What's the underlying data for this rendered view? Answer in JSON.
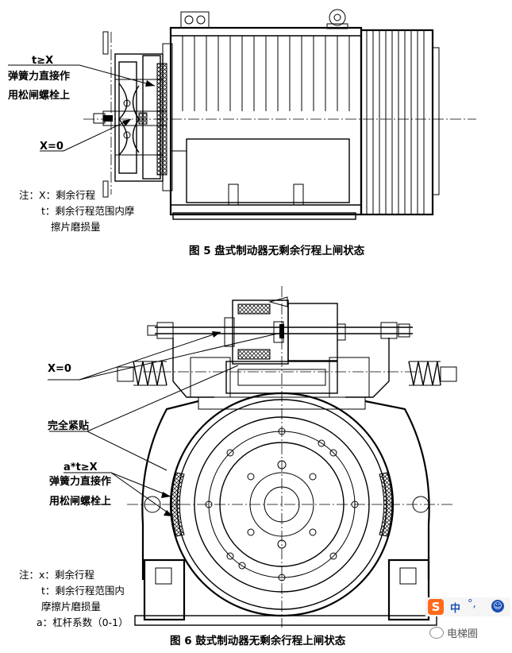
{
  "figure5": {
    "label_t": "t≥X",
    "label_spring_1": "弹簧力直接作",
    "label_spring_2": "用松闸螺栓上",
    "label_x0": "X=0",
    "note_line_1": "注：X：剩余行程",
    "note_line_2": "t：剩余行程范围内摩",
    "note_line_3": "擦片磨损量",
    "caption": "图 5 盘式制动器无剩余行程上闸状态"
  },
  "figure6": {
    "label_x0": "X=0",
    "label_tight": "完全紧贴",
    "label_at": "a*t≥X",
    "label_spring_1": "弹簧力直接作",
    "label_spring_2": "用松闸螺栓上",
    "note_line_1": "注：x：剩余行程",
    "note_line_2": "t：剩余行程范围内",
    "note_line_3": "摩擦片磨损量",
    "note_line_4": "a：杠杆系数（0-1）",
    "caption": "图 6 鼓式制动器无剩余行程上闸状态"
  },
  "watermark": {
    "logo_glyph": "S",
    "ime_char": "中",
    "ime_punct": "°,",
    "smile": "☺",
    "name": "电梯圈"
  }
}
